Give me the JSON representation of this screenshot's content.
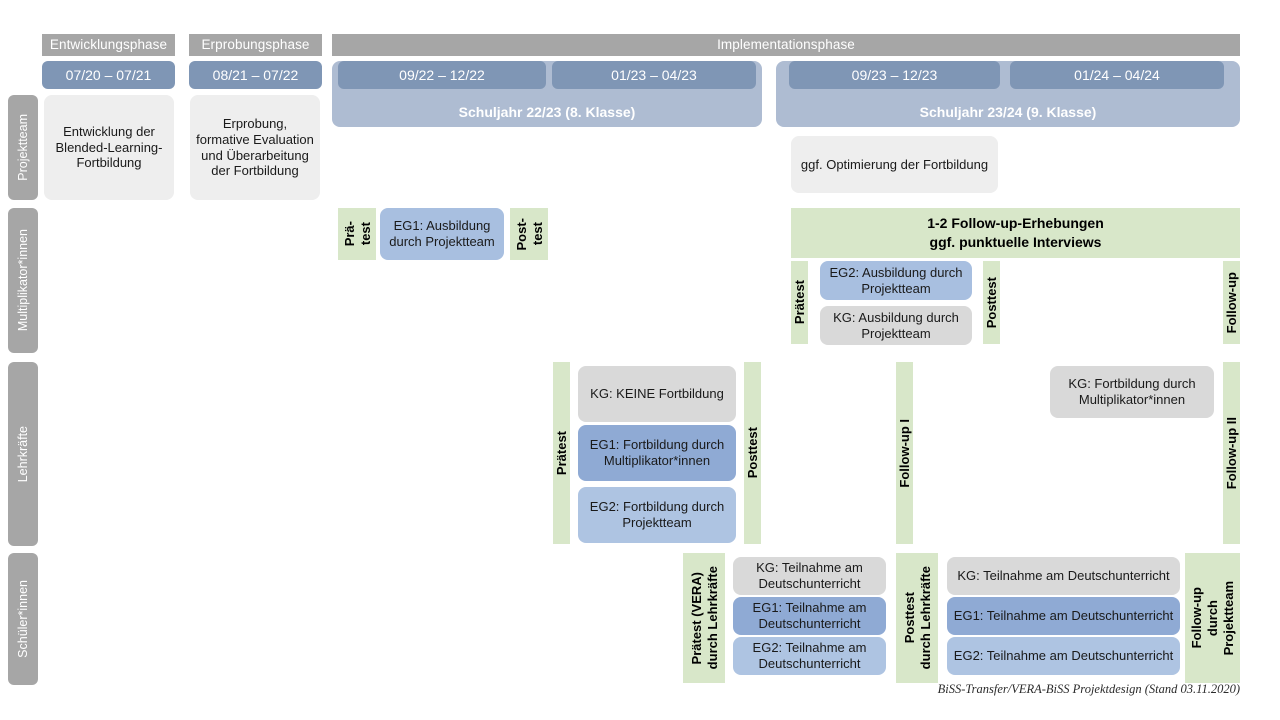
{
  "meta": {
    "footer_note": "BiSS-Transfer/VERA-BiSS Projektdesign (Stand 03.11.2020)"
  },
  "colors": {
    "phase_header": "#a6a6a6",
    "date_pill": "#7f96b5",
    "year_band": "#aebcd2",
    "row_label": "#a6a6a6",
    "green_measure": "#d8e7c9",
    "box_gray_light": "#eeeeee",
    "box_gray": "#d9d9d9",
    "box_blue_eg1": "#8faad4",
    "box_blue_eg2": "#aec4e2"
  },
  "phases": [
    {
      "label": "Entwicklungsphase"
    },
    {
      "label": "Erprobungsphase"
    },
    {
      "label": "Implementationsphase"
    }
  ],
  "periods": [
    {
      "label": "07/20 – 07/21"
    },
    {
      "label": "08/21 – 07/22"
    },
    {
      "label": "09/22 – 12/22"
    },
    {
      "label": "01/23 – 04/23"
    },
    {
      "label": "09/23 – 12/23"
    },
    {
      "label": "01/24 – 04/24"
    }
  ],
  "school_years": [
    {
      "label": "Schuljahr 22/23 (8. Klasse)"
    },
    {
      "label": "Schuljahr 23/24 (9. Klasse)"
    }
  ],
  "rows": [
    {
      "label": "Projektteam"
    },
    {
      "label": "Multiplikator*innen"
    },
    {
      "label": "Lehrkräfte"
    },
    {
      "label": "Schüler*innen"
    }
  ],
  "projektteam": {
    "entwicklung": "Entwicklung der Blended-Learning-Fortbildung",
    "erprobung": "Erprobung, formative Evaluation und Überarbeitung der Fortbildung",
    "optimierung": "ggf. Optimierung der Fortbildung"
  },
  "multiplikatoren": {
    "praetest_line1": "Prä-",
    "praetest_line2": "test",
    "posttest_line1": "Post-",
    "posttest_line2": "test",
    "eg1_box": "EG1: Ausbildung durch Projektteam",
    "followup_banner_line1": "1-2 Follow-up-Erhebungen",
    "followup_banner_line2": "ggf. punktuelle Interviews",
    "praetest": "Prätest",
    "posttest": "Posttest",
    "followup": "Follow-up",
    "eg2_box": "EG2: Ausbildung durch Projektteam",
    "kg_box": "KG: Ausbildung durch Projektteam"
  },
  "lehrkraefte": {
    "praetest": "Prätest",
    "posttest": "Posttest",
    "followup_1": "Follow-up I",
    "followup_2": "Follow-up II",
    "kg_keine": "KG:  KEINE Fortbildung",
    "eg1": "EG1: Fortbildung durch Multiplikator*innen",
    "eg2": "EG2: Fortbildung durch Projektteam",
    "kg_fortbildung": "KG: Fortbildung durch Multiplikator*innen"
  },
  "schueler": {
    "praetest_bold": "Prätest (VERA)",
    "praetest_sub": "durch Lehrkräfte",
    "posttest_bold": "Posttest",
    "posttest_sub": "durch Lehrkräfte",
    "followup_bold": "Follow-up",
    "followup_sub1": "durch",
    "followup_sub2": "Projektteam",
    "left_kg": "KG: Teilnahme am Deutschunterricht",
    "left_eg1": "EG1: Teilnahme am Deutschunterricht",
    "left_eg2": "EG2: Teilnahme am Deutschunterricht",
    "right_kg": "KG: Teilnahme am Deutschunterricht",
    "right_eg1": "EG1: Teilnahme am Deutschunterricht",
    "right_eg2": "EG2: Teilnahme am Deutschunterricht"
  }
}
